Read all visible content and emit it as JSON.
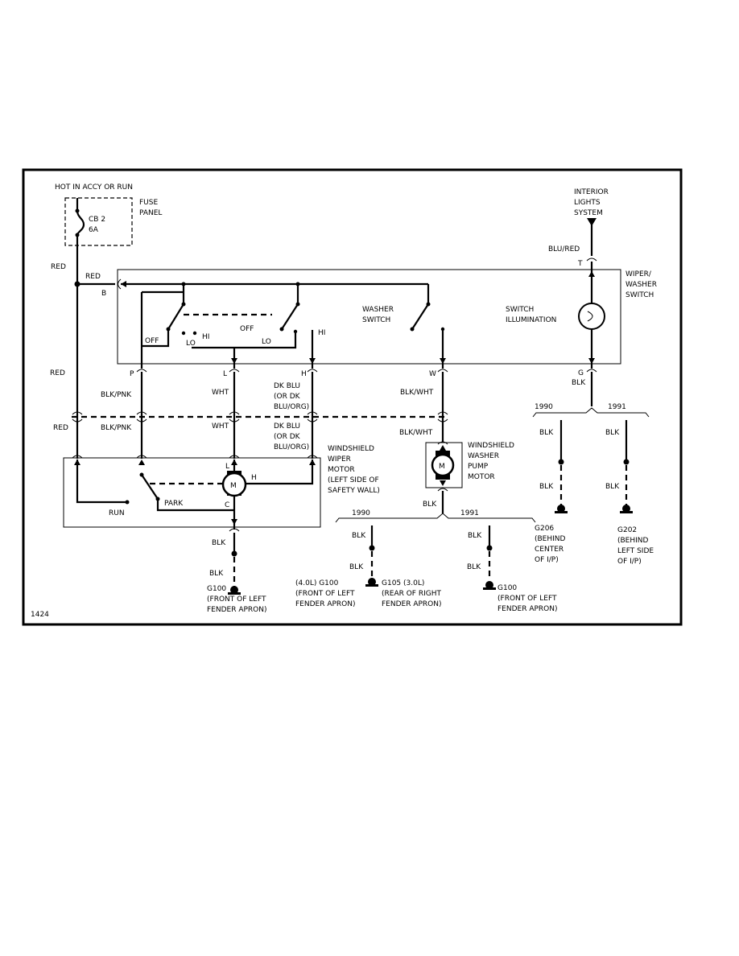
{
  "diagram": {
    "id_label": "1424",
    "hot_label": "HOT IN ACCY OR RUN",
    "fuse_panel": "FUSE\nPANEL",
    "cb": "CB 2\n6A",
    "interior_lights": "INTERIOR\nLIGHTS\nSYSTEM",
    "blu_red": "BLU/RED",
    "conn_t": "T",
    "wiper_washer_switch": "WIPER/\nWASHER\nSWITCH",
    "red_1": "RED",
    "red_2": "RED",
    "red_3": "RED",
    "red_4": "RED",
    "conn_b": "B",
    "off_1": "OFF",
    "off_2": "OFF",
    "lo_1": "LO",
    "lo_2": "LO",
    "hi_1": "HI",
    "hi_2": "HI",
    "washer_switch": "WASHER\nSWITCH",
    "switch_illumination": "SWITCH\nILLUMINATION",
    "conn_p": "P",
    "conn_l": "L",
    "conn_h": "H",
    "conn_w": "W",
    "conn_g": "G",
    "blk_pnk_1": "BLK/PNK",
    "blk_pnk_2": "BLK/PNK",
    "wht_1": "WHT",
    "wht_2": "WHT",
    "dk_blu_1": "DK BLU\n(OR DK\nBLU/ORG)",
    "dk_blu_2": "DK BLU\n(OR DK\nBLU/ORG)",
    "blk_wht_1": "BLK/WHT",
    "blk_wht_2": "BLK/WHT",
    "blk_g": "BLK",
    "year_1990_a": "1990",
    "year_1991_a": "1991",
    "year_1990_b": "1990",
    "year_1991_b": "1991",
    "blk_206_a": "BLK",
    "blk_206_b": "BLK",
    "blk_202_a": "BLK",
    "blk_202_b": "BLK",
    "g206": "G206\n(BEHIND\nCENTER\nOF I/P)",
    "g202": "G202\n(BEHIND\nLEFT SIDE\nOF I/P)",
    "wiper_motor": "WINDSHIELD\nWIPER\nMOTOR\n(LEFT SIDE OF\nSAFETY WALL)",
    "washer_pump": "WINDSHIELD\nWASHER\nPUMP\nMOTOR",
    "motor_m1": "M",
    "motor_m2": "M",
    "motor_l": "L",
    "motor_h": "H",
    "motor_c": "C",
    "park": "PARK",
    "run": "RUN",
    "blk_pump": "BLK",
    "blk_wm_a": "BLK",
    "blk_wm_b": "BLK",
    "g100_left": "G100\n(FRONT OF LEFT\nFENDER APRON)",
    "blk_90_a": "BLK",
    "blk_90_b": "BLK",
    "blk_91_a": "BLK",
    "blk_91_b": "BLK",
    "g100_40": "(4.0L) G100\n(FRONT OF LEFT\nFENDER APRON)",
    "g105": "G105 (3.0L)\n(REAR OF RIGHT\nFENDER APRON)",
    "g100_right": "G100\n(FRONT OF LEFT\nFENDER APRON)"
  }
}
